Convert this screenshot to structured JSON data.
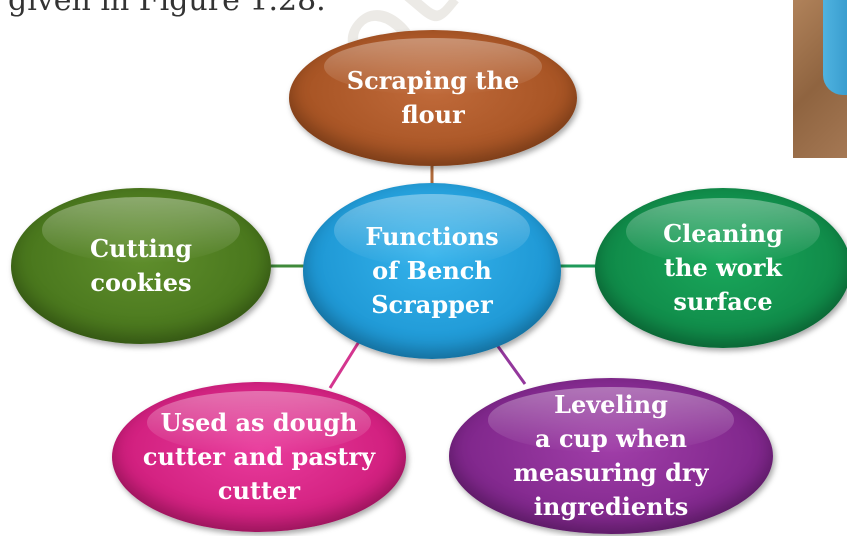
{
  "header_text": "given in Figure 1.28.",
  "watermark": "not to be",
  "diagram": {
    "center": "Functions\nof Bench\nScrapper",
    "top": "Scraping the\nflour",
    "left": "Cutting\ncookies",
    "right": "Cleaning\nthe work\nsurface",
    "bottom_left": "Used as dough\ncutter and pastry\ncutter",
    "bottom_right": "Leveling\na cup when\nmeasuring dry\ningredients"
  },
  "colors": {
    "top": "#b0582a",
    "left": "#4e7d22",
    "center": "#1ea2e0",
    "right": "#119150",
    "bottom_left": "#d8228a",
    "bottom_right": "#8a2c96"
  }
}
